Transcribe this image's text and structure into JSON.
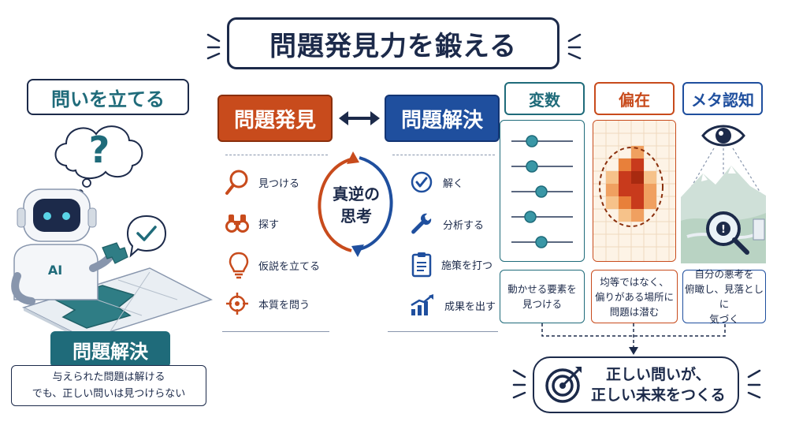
{
  "title": "問題発見力を鍛える",
  "left": {
    "heading": "問いを立てる",
    "bubble_mark": "?",
    "robot_label": "AI",
    "solve_label": "問題解決",
    "caption_line1": "与えられた問題は解ける",
    "caption_line2": "でも、正しい問いは見つけらない"
  },
  "center": {
    "find_label": "問題発見",
    "solve_label": "問題解決",
    "cycle_line1": "真逆の",
    "cycle_line2": "思考",
    "find_items": [
      {
        "label": "見つける",
        "icon": "magnifier-icon"
      },
      {
        "label": "探す",
        "icon": "binoculars-icon"
      },
      {
        "label": "仮説を立てる",
        "icon": "lightbulb-icon"
      },
      {
        "label": "本質を問う",
        "icon": "crosshair-icon"
      }
    ],
    "solve_items": [
      {
        "label": "解く",
        "icon": "check-circle-icon"
      },
      {
        "label": "分析する",
        "icon": "wrench-icon"
      },
      {
        "label": "施策を打つ",
        "icon": "clipboard-icon"
      },
      {
        "label": "成果を出す",
        "icon": "growth-chart-icon"
      }
    ]
  },
  "right": {
    "categories": [
      {
        "label": "変数",
        "caption_line1": "動かせる要素を",
        "caption_line2": "見つける",
        "caption_line3": "",
        "color": "#1f6b7a"
      },
      {
        "label": "偏在",
        "caption_line1": "均等ではなく、",
        "caption_line2": "偏りがある場所に",
        "caption_line3": "問題は潜む",
        "color": "#c84b1c"
      },
      {
        "label": "メタ認知",
        "caption_line1": "自分の悪考を",
        "caption_line2": "俯瞰し、見落としに",
        "caption_line3": "気づく",
        "color": "#1f4f9e"
      }
    ],
    "final_line1": "正しい問いが、",
    "final_line2": "正しい未来をつくる"
  },
  "colors": {
    "navy": "#1c2a4a",
    "teal": "#1f6b7a",
    "orange": "#c84b1c",
    "blue": "#1f4f9e"
  }
}
